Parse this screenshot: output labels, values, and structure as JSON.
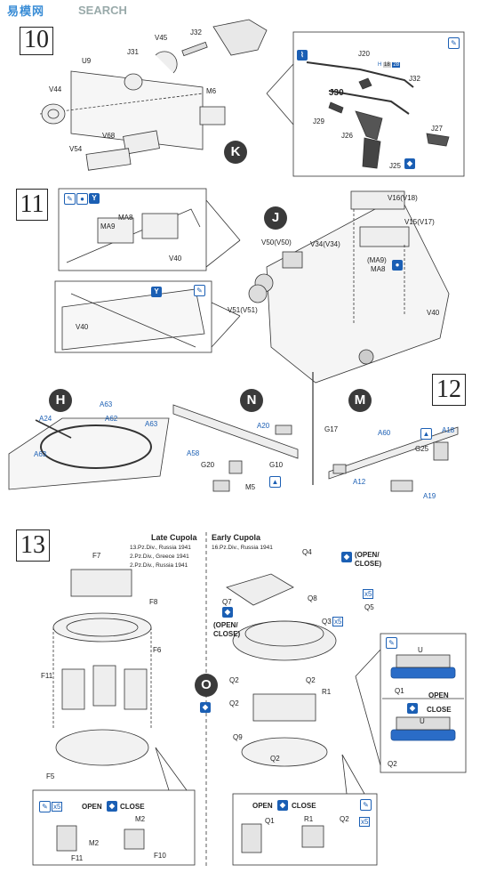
{
  "watermark": {
    "site": "SEARCH",
    "logo_text": "易模网"
  },
  "steps": {
    "s10": "10",
    "s11": "11",
    "s12": "12",
    "s13": "13"
  },
  "markers": {
    "K": "K",
    "J": "J",
    "H": "H",
    "N": "N",
    "M": "M",
    "O": "O"
  },
  "step10": {
    "labels": [
      "U9",
      "J31",
      "V45",
      "J32",
      "V44",
      "M6",
      "V68",
      "V54"
    ],
    "inset_labels": [
      "J20",
      "J30",
      "J32",
      "J29",
      "J26",
      "J27",
      "J25"
    ],
    "inset_chip": {
      "h": "H",
      "n1": "18",
      "n2": "28"
    }
  },
  "step11": {
    "inset1_labels": [
      "MA8",
      "MA9",
      "V40"
    ],
    "inset2_labels": [
      "V40"
    ],
    "main_labels": [
      "V16(V18)",
      "V15(V17)",
      "V50(V50)",
      "V34(V34)",
      "(MA9)",
      "MA8",
      "V51(V51)",
      "V40"
    ]
  },
  "step12": {
    "h_labels": [
      "A63",
      "A24",
      "A62",
      "A63",
      "A63"
    ],
    "n_labels": [
      "A20",
      "A58",
      "G20",
      "G10",
      "M5"
    ],
    "m_labels": [
      "G17",
      "A60",
      "A18",
      "G25",
      "A12",
      "A19"
    ]
  },
  "step13": {
    "late": {
      "title": "Late Cupola",
      "units": [
        "13.Pz.Div., Russia 1941",
        "2.Pz.Div., Greece 1941",
        "2.Pz.Div., Russia 1941"
      ],
      "labels": [
        "F7",
        "F8",
        "F6",
        "F11",
        "F5"
      ],
      "bottom": {
        "open": "OPEN",
        "close": "CLOSE",
        "times": "x5",
        "labels": [
          "M2",
          "M2",
          "F11",
          "F10"
        ]
      }
    },
    "early": {
      "title": "Early Cupola",
      "units": [
        "16.Pz.Div., Russia 1941"
      ],
      "labels": [
        "Q4",
        "(OPEN/",
        "CLOSE)",
        "Q8",
        "Q7",
        "(OPEN/",
        "CLOSE)",
        "Q3",
        "Q5",
        "Q2",
        "Q2",
        "R1",
        "Q2",
        "Q9",
        "Q2"
      ],
      "x5a": "x5",
      "x5b": "x5",
      "side": {
        "u1": "U",
        "q1": "Q1",
        "open": "OPEN",
        "close": "CLOSE",
        "u2": "U",
        "q2": "Q2"
      },
      "bottom": {
        "open": "OPEN",
        "close": "CLOSE",
        "x5": "x5",
        "labels": [
          "Q1",
          "R1",
          "Q2"
        ]
      }
    }
  }
}
